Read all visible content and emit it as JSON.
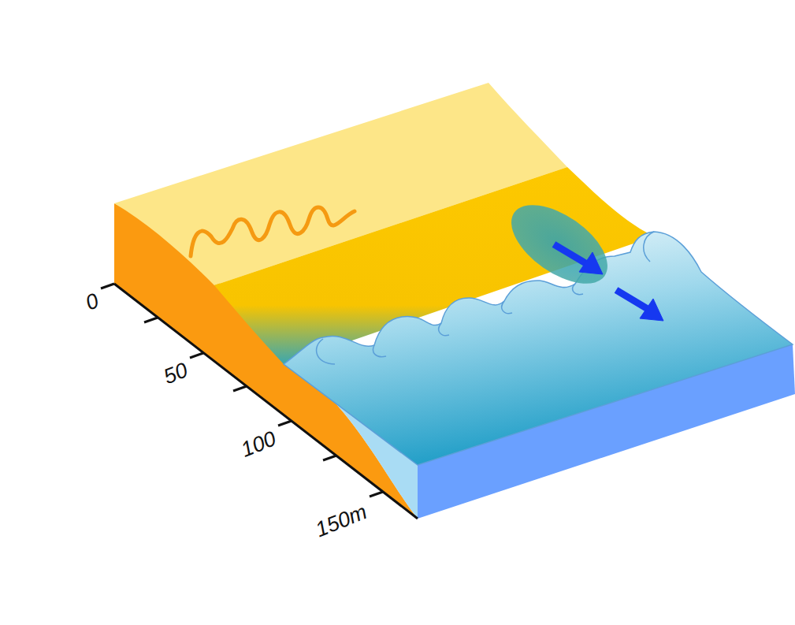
{
  "diagram": {
    "labels": [
      "0",
      "50",
      "100",
      "150m"
    ]
  }
}
